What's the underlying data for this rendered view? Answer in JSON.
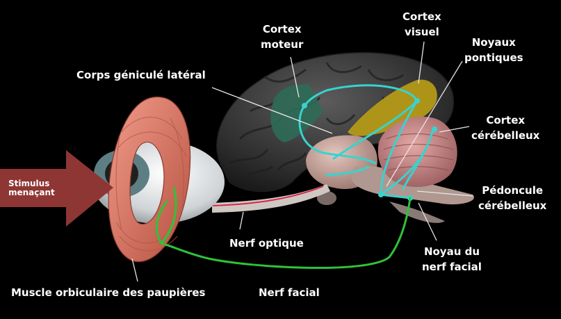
{
  "labels": {
    "cortex_moteur": [
      "Cortex",
      "moteur"
    ],
    "cortex_visuel": [
      "Cortex",
      "visuel"
    ],
    "noyaux_pontiques": [
      "Noyaux",
      "pontiques"
    ],
    "corps_genicule": "Corps géniculé latéral",
    "cortex_cerebelleux": [
      "Cortex",
      "cérébelleux"
    ],
    "pedoncule": [
      "Pédoncule",
      "cérébelleux"
    ],
    "nerf_optique": "Nerf  optique",
    "noyau_facial": [
      "Noyau du",
      "nerf  facial"
    ],
    "nerf_facial": "Nerf  facial",
    "muscle": "Muscle orbiculaire des paupières",
    "stimulus": [
      "Stimulus",
      "menaçant"
    ]
  },
  "colors": {
    "background": "#000000",
    "arrow": "#8e3633",
    "pathway_visual_motor": "#37d3cf",
    "pathway_facial_nerve": "#2fc23a",
    "optic_nerve": "#c9c1bc",
    "brain": "#3a3a3a",
    "motor_cortex": "#2e6a56",
    "visual_cortex": "#b49a18",
    "thalamus": "#c4a098",
    "cerebellum": "#c78a8a",
    "muscle": "#e27c6c",
    "label_text": "#ffffff",
    "leader_lines": "#dddddd"
  }
}
